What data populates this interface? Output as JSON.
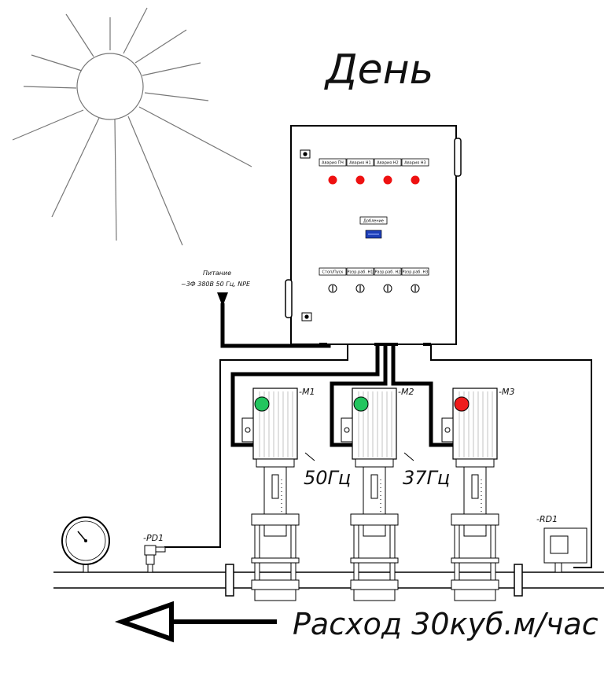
{
  "title": "День",
  "power_label_line1": "Питание",
  "power_label_line2": "~3Ф 380В 50 Гц, NPE",
  "panel": {
    "alarm_labels": [
      "Авария ПЧ",
      "Авария Н1",
      "Авария Н2",
      "Авария Н3"
    ],
    "boost_label": "Добление",
    "control_labels": [
      "Стоп/Пуск",
      "Разр.раб. Н1",
      "Разр.раб. Н2",
      "Разр.раб. Н3"
    ]
  },
  "pumps": [
    {
      "tag": "-M1",
      "status_color": "#22c55e",
      "freq": "50Гц"
    },
    {
      "tag": "-M2",
      "status_color": "#22c55e",
      "freq": "37Гц"
    },
    {
      "tag": "-M3",
      "status_color": "#ef1c1c",
      "freq": ""
    }
  ],
  "pressure_sensor_tag": "-PD1",
  "relay_tag": "-RD1",
  "flow_text": "Расход 30куб.м/час",
  "colors": {
    "alarm_lamp": "#ee1111",
    "line": "#000000",
    "display": "#1d3fb8"
  }
}
